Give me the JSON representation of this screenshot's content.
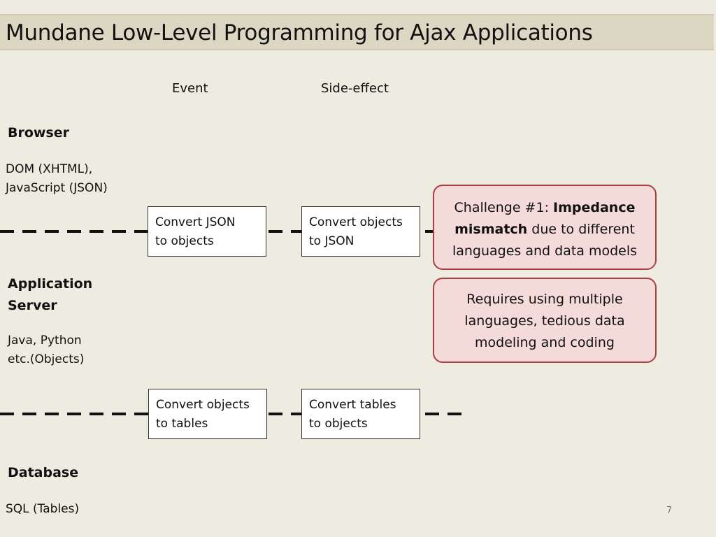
{
  "title": "Mundane Low-Level Programming for Ajax Applications",
  "columns": {
    "event": "Event",
    "side_effect": "Side-effect"
  },
  "tiers": {
    "browser": {
      "name": "Browser",
      "detail": "DOM (XHTML),\nJavaScript (JSON)"
    },
    "app_server": {
      "name": "Application\nServer",
      "detail": "Java, Python\netc.(Objects)"
    },
    "database": {
      "name": "Database",
      "detail": "SQL (Tables)"
    }
  },
  "boxes": {
    "json_to_objects": "Convert JSON\nto objects",
    "objects_to_json": "Convert objects\nto JSON",
    "objects_to_tables": "Convert objects\nto tables",
    "tables_to_objects": "Convert tables\nto objects"
  },
  "callouts": {
    "challenge": {
      "prefix": "Challenge #1: ",
      "bold": "Impedance mismatch",
      "suffix": " due to different languages and data models"
    },
    "requires": "Requires using multiple languages, tedious data modeling and coding"
  },
  "page_number": "7",
  "colors": {
    "background": "#EEEBE0",
    "title_bar": "#DCD7C3",
    "callout_fill": "#F5DADA",
    "callout_border": "#A8403F"
  }
}
